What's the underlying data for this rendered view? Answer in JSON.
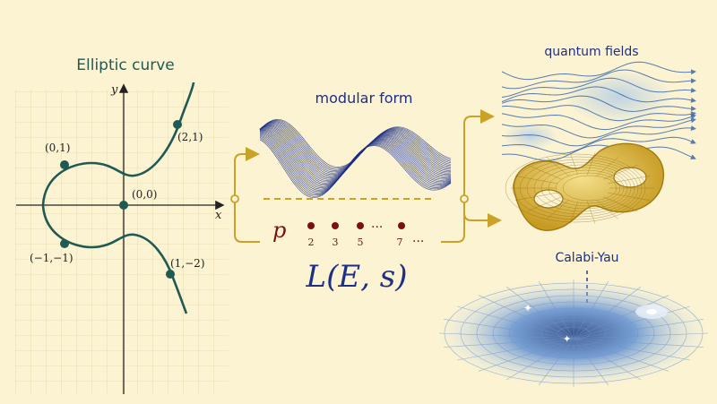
{
  "elliptic": {
    "title": "Elliptic curve",
    "x_axis": "x",
    "y_axis": "y",
    "points": [
      {
        "label": "(0,1)"
      },
      {
        "label": "(2,1)"
      },
      {
        "label": "(0,0)"
      },
      {
        "label": "(−1,−1)"
      },
      {
        "label": "(1,−2)"
      }
    ]
  },
  "modular": {
    "title": "modular form"
  },
  "primes": {
    "symbol": "p",
    "list": [
      "2",
      "3",
      "5",
      "7"
    ],
    "ellipsis_mid": "···",
    "ellipsis_end": "···"
  },
  "lfunction": {
    "label": "L(E, s)"
  },
  "right": {
    "quantum_title": "quantum fields",
    "calabi_title": "Calabi-Yau"
  },
  "colors": {
    "background": "#fbf3d2",
    "curve": "#1f5a54",
    "navy": "#1e2f86",
    "gold": "#c9a227",
    "maroon": "#7a1010",
    "blue_field": "#2f5fa8"
  }
}
